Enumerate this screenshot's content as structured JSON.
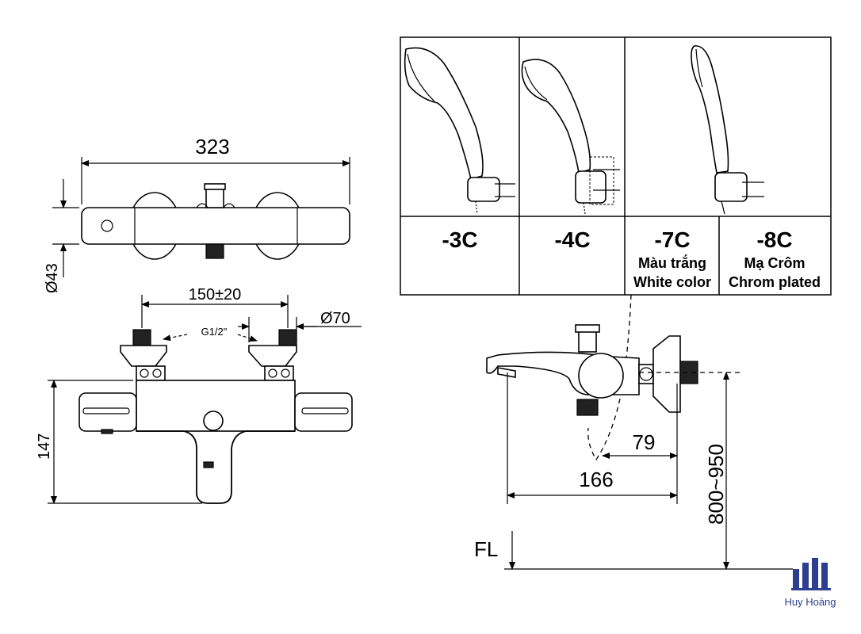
{
  "top_view": {
    "width_label": "323",
    "depth_label": "Ø43"
  },
  "front_view": {
    "spacing_label": "150±20",
    "flange_label": "Ø70",
    "thread_label": "G1/2\"",
    "height_label": "147"
  },
  "variants": [
    {
      "code": "-3C",
      "line1": "",
      "line2": ""
    },
    {
      "code": "-4C",
      "line1": "",
      "line2": ""
    },
    {
      "code": "-7C",
      "line1": "Màu trắng",
      "line2": "White color"
    },
    {
      "code": "-8C",
      "line1": "Mạ Crôm",
      "line2": "Chrom plated"
    }
  ],
  "side_view": {
    "outlet_label": "79",
    "spout_label": "166",
    "mount_height_label": "800~950",
    "floor_label": "FL"
  },
  "brand": {
    "name": "Huy Hoàng",
    "color": "#2b3e8f"
  }
}
